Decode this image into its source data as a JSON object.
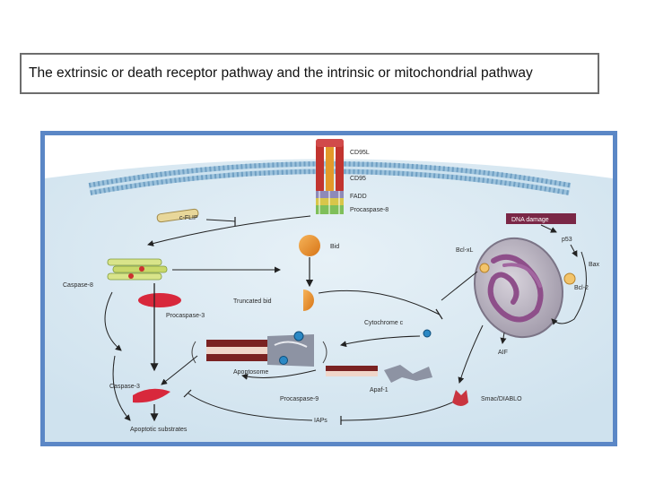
{
  "slide": {
    "title": "The extrinsic or death receptor pathway and the intrinsic or mitochondrial pathway"
  },
  "diagram": {
    "labels": {
      "cd95l": "CD95L",
      "cd95": "CD95",
      "fadd": "FADD",
      "procaspase8": "Procaspase-8",
      "cflip": "c-FLIP",
      "bid": "Bid",
      "caspase8": "Caspase-8",
      "truncated_bid": "Truncated bid",
      "procaspase3": "Procaspase-3",
      "cytochrome_c": "Cytochrome c",
      "apoptosome": "Apoptosome",
      "apaf1": "Apaf-1",
      "procaspase9": "Procaspase-9",
      "caspase3": "Caspase-3",
      "iaps": "IAPs",
      "apoptotic_substrates": "Apoptotic substrates",
      "dna_damage": "DNA damage",
      "p53": "p53",
      "bclxl": "Bcl-xL",
      "bax": "Bax",
      "bcl2": "Bcl-2",
      "aif": "AIF",
      "smac": "Smac/DIABLO"
    },
    "colors": {
      "frame": "#5b87c6",
      "cytoplasm": "#dcebf3",
      "membrane": "#8fb8d4",
      "dna_damage_box": "#7a2746",
      "procaspase": "#d8283c",
      "bid": "#e8902b",
      "mitochondrion": "#8e4f8a",
      "arrow": "#222222"
    }
  }
}
